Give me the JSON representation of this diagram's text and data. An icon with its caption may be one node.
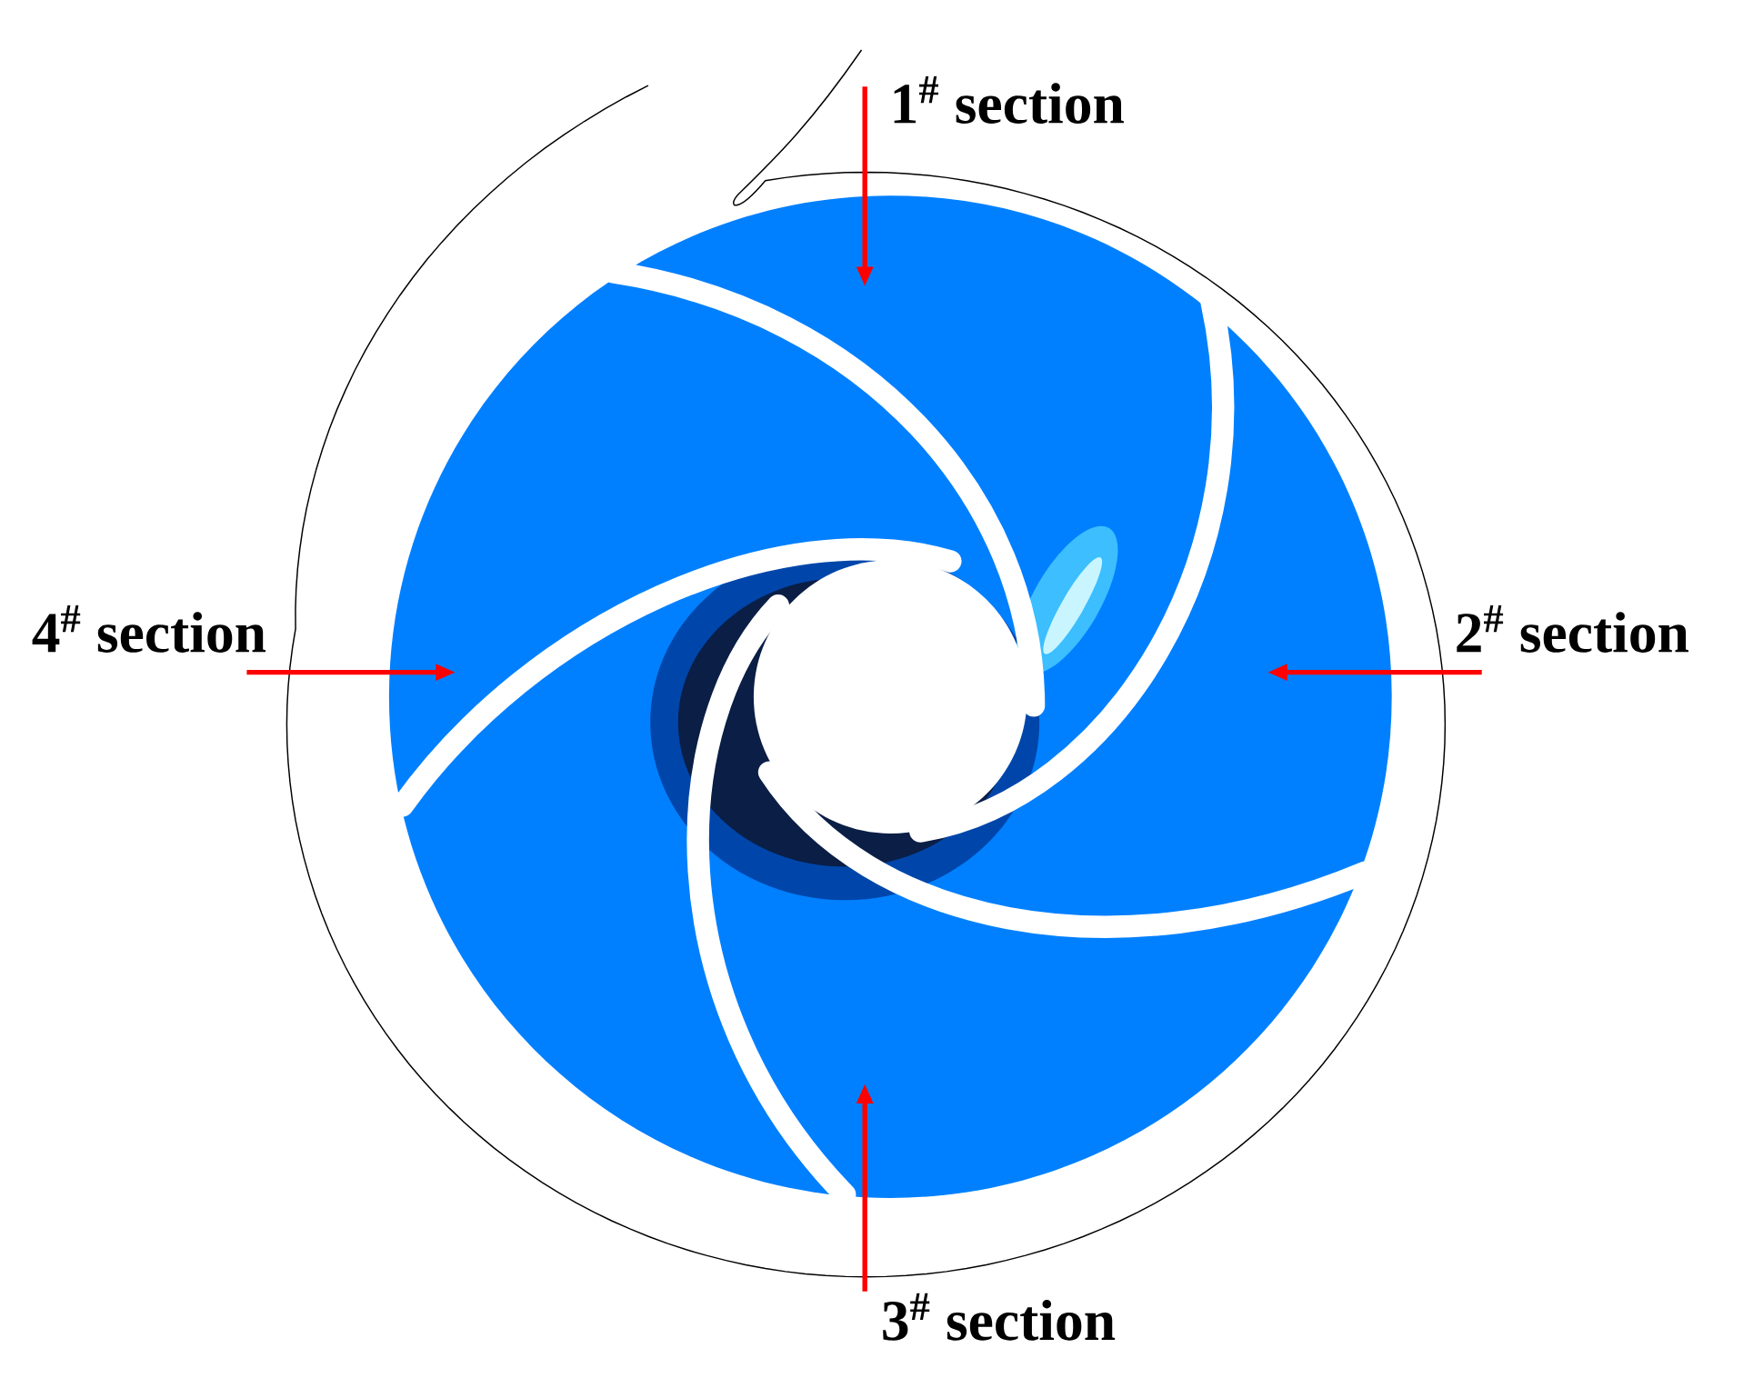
{
  "diagram": {
    "nodes": [
      {
        "text": [],
        "shape": "picture"
      },
      {
        "text": [
          "1$^{#}$ section"
        ]
      },
      {
        "text": [
          "2$^{#}$ section"
        ]
      },
      {
        "text": [
          "3$^{#}$ section"
        ]
      },
      {
        "text": [
          "4$^{#}$ section"
        ]
      }
    ],
    "edges": [
      {
        "from": 1,
        "to": 0,
        "arrow": "to"
      },
      {
        "from": 2,
        "to": 0,
        "arrow": "to"
      },
      {
        "from": 3,
        "to": 0,
        "arrow": "to"
      },
      {
        "from": 4,
        "to": 0,
        "arrow": "to"
      }
    ]
  }
}
